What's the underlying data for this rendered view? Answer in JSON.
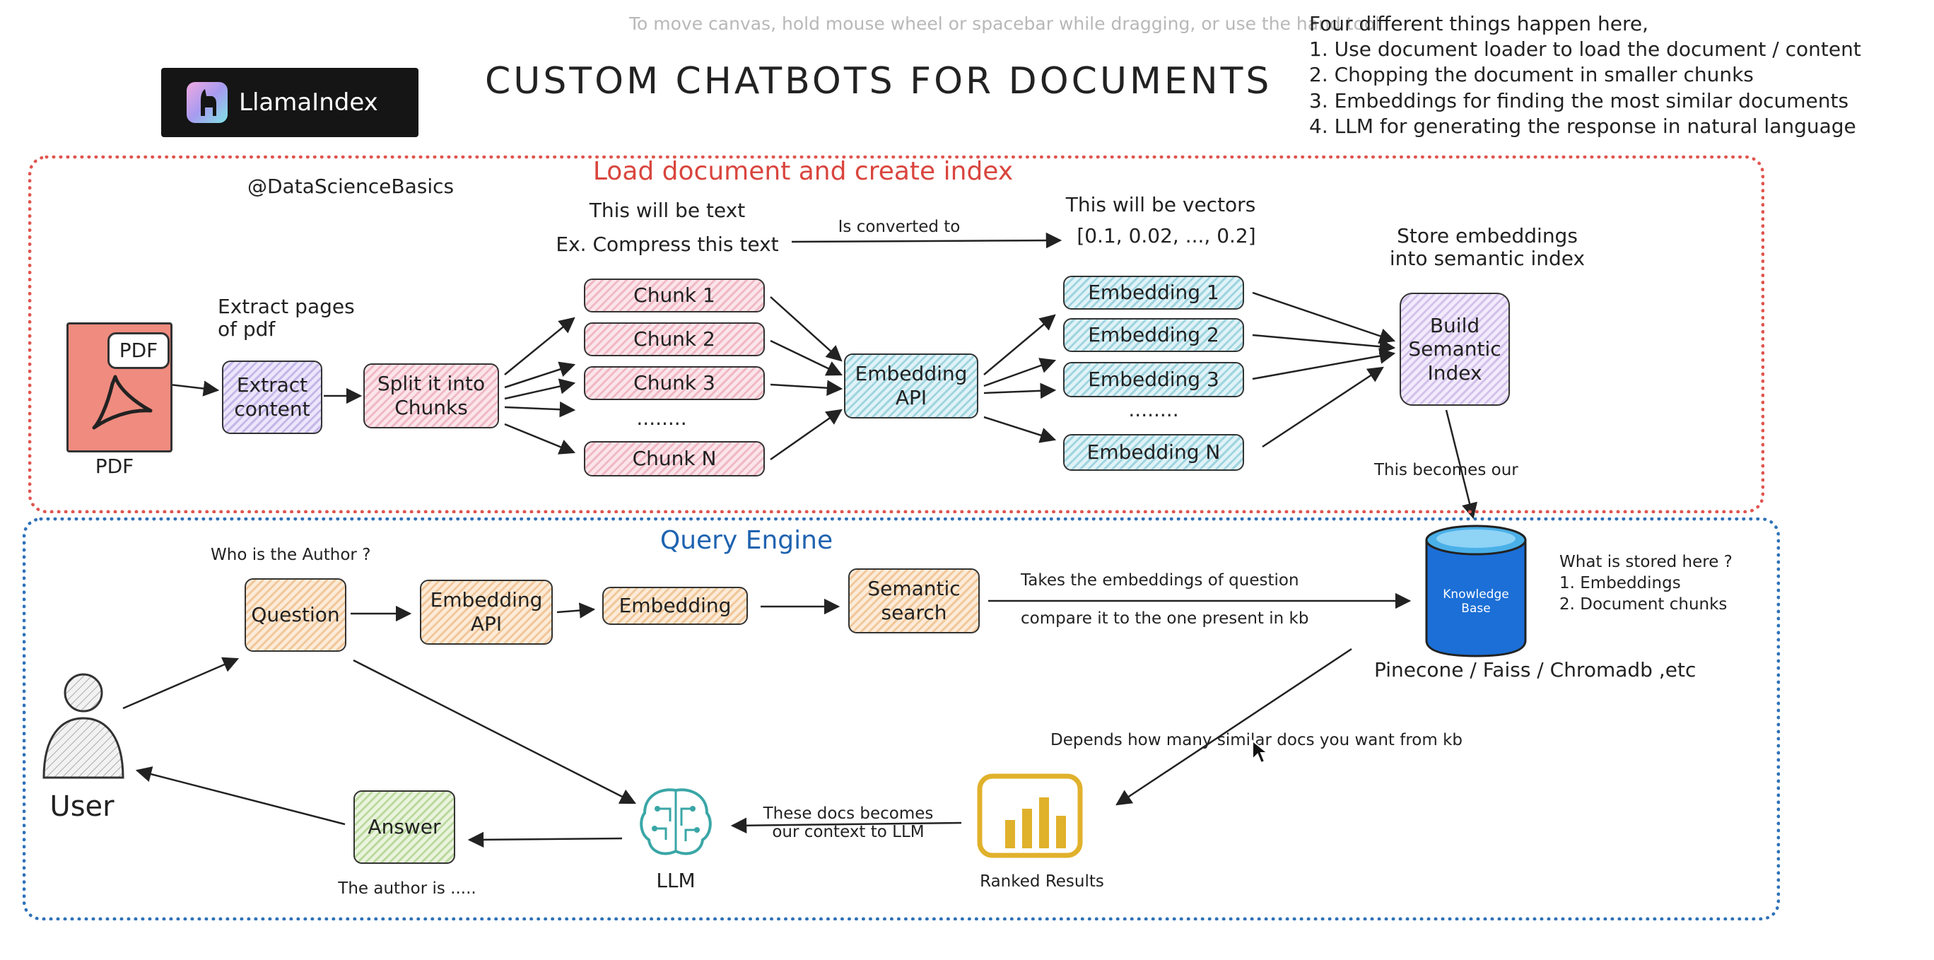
{
  "canvas_hint": "To move canvas, hold mouse wheel or spacebar while dragging, or use the hand tool",
  "title": "CUSTOM CHATBOTS FOR DOCUMENTS",
  "logo": {
    "text": "LlamaIndex",
    "icon": "llama-icon"
  },
  "handle": "@DataScienceBasics",
  "notes": {
    "heading": "Four different things happen here,",
    "items": [
      "1. Use document loader to load the document / content",
      "2. Chopping the document in smaller chunks",
      "3. Embeddings for finding the most similar documents",
      "4. LLM for generating the response in natural language"
    ]
  },
  "load_section": {
    "title": "Load document and create index",
    "border_color": "#e0554f",
    "pdf_label": "PDF",
    "pdf_badge": "PDF",
    "extract_note": "Extract pages\nof pdf",
    "extract_box": "Extract\ncontent",
    "split_box": "Split it into\nChunks",
    "text_note_1": "This will be text",
    "text_note_2": "Ex. Compress this text",
    "converted_note": "Is converted to",
    "vector_note_1": "This will be vectors",
    "vector_note_2": "[0.1, 0.02, ..., 0.2]",
    "chunks": [
      "Chunk 1",
      "Chunk 2",
      "Chunk 3",
      "Chunk N"
    ],
    "chunk_dots": "........",
    "embedding_api": "Embedding\nAPI",
    "embeddings": [
      "Embedding 1",
      "Embedding 2",
      "Embedding 3",
      "Embedding N"
    ],
    "embedding_dots": "........",
    "store_note": "Store embeddings\ninto semantic index",
    "build_index": "Build\nSemantic\nIndex",
    "becomes_note": "This becomes our"
  },
  "query_section": {
    "title": "Query Engine",
    "border_color": "#2f72b8",
    "question_note": "Who is the Author ?",
    "question_box": "Question",
    "embedding_api": "Embedding\nAPI",
    "embedding_box": "Embedding",
    "semantic_box": "Semantic\nsearch",
    "takes_note": "Takes the embeddings of question",
    "compare_note": "compare it to the one present in kb",
    "kb_label": "Knowledge\nBase",
    "stored_heading": "What is stored here ?",
    "stored_items": [
      "1. Embeddings",
      "2. Document chunks"
    ],
    "vector_dbs": "Pinecone / Faiss / Chromadb ,etc",
    "depends_note": "Depends how many similar docs you want from kb",
    "ranked_label": "Ranked Results",
    "context_note": "These docs becomes\nour context to LLM",
    "llm_label": "LLM",
    "answer_box": "Answer",
    "answer_note": "The author is .....",
    "user_label": "User"
  },
  "colors": {
    "pdf": "#f08b7f",
    "kb": "#1c6fd6",
    "ranked_icon": "#e0b12b",
    "llm_icon": "#3aa6a6"
  }
}
